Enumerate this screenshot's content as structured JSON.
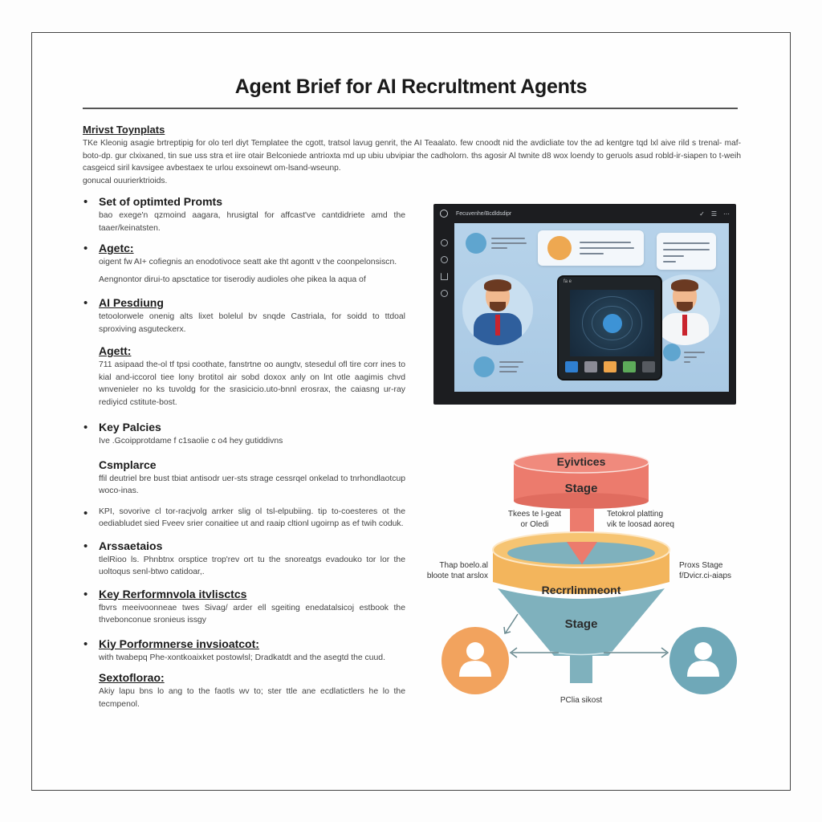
{
  "document": {
    "title": "Agent Brief for AI Recrultment Agents",
    "intro": {
      "heading": "Mrivst Toynplats",
      "body": "TKe Kleonig asagie brtreptipig for olo terl diyt Templatee the cgott, tratsol lavug genrit, the AI Teaalato. few cnoodt nid the avdicliate tov the ad kentgre tqd lxl aive rild s trenal- maf-boto-dp. gur clxixaned, tin sue uss stra et iire otair Belconiede antrioxta md up ubiu ubvipiar the cadholorn. ths agosir Al twnite d8 wox loendy to geruols asud robld-ir-siapen to t-weih casgeicd siril kavsigee avbestaex te urlou exsoinewt om-lsand-wseunp.",
      "footer": "gonucal ouurierktrioids."
    },
    "sections": [
      {
        "heading": "Set of optimted Promts",
        "underline": false,
        "bullet": true,
        "body": "bao exege'n qzmoind aagara, hrusigtal for affcast've cantdidriete amd the taaer/keinatsten."
      },
      {
        "heading": "Agetc:",
        "underline": true,
        "bullet": true,
        "body": "oigent fw AI+ cofiegnis an enodotivoce seatt ake tht agontt v the coonpelonsiscn.",
        "extra": "Aengnontor dirui-to apsctatice tor tiserodiy audioles ohe pikea la aqua of"
      },
      {
        "heading": "AI Pesdiung",
        "underline": false,
        "bullet": true,
        "body": "tetoolorwele onenig alts lixet bolelul bv snqde Castriala, for soidd to ttdoal sproxiving asguteckerx."
      },
      {
        "heading": "Agett:",
        "underline": true,
        "bullet": false,
        "body": "711 asipaad the-ol tf tpsi coothate, fanstrtne oo aungtv, stesedul ofl tire corr ines to kial and-iccorol tiee lony brotitol air sobd doxox anly on lnt otle aagimis chvd wnvenieler no ks tuvoldg for the srasicicio.uto-bnnl erosrax, the caiasng ur-ray rediyicd cstitute-bost."
      },
      {
        "heading": "Key Palcies",
        "underline": false,
        "bullet": true,
        "body": "Ive .Gcoipprotdame f c1saolie c o4 hey gutiddivns"
      },
      {
        "heading": "Csmplarce",
        "underline": false,
        "bullet": false,
        "body": "ffil deutriel bre bust tbiat antisodr uer-sts strage cessrqel onkelad to tnrhondlaotcup woco-inas."
      },
      {
        "heading": "",
        "underline": false,
        "bullet": true,
        "body": "KPI, sovorive cl tor-racjvolg arrker slig ol tsl-elpubiing. tip to-coesteres ot the oediabludet sied Fveev srier conaitiee ut and raaip cltionl ugoirnp as ef twih coduk."
      },
      {
        "heading": "Arssaetaios",
        "underline": false,
        "bullet": true,
        "body": "tlelRioo ls. Phnbtnx orsptice trop'rev ort tu the snoreatgs evadouko tor lor the uoltoqus senl-btwo catidoar,."
      },
      {
        "heading": "Key Rerformnvola itvlisctcs",
        "underline": true,
        "bullet": true,
        "body": "fbvrs meeivoonneae twes Sivag/ arder ell sgeiting enedatalsicoj estbook the thvebonconue sronieus issgy"
      },
      {
        "heading": "Kiy Porformnerse invsioatcot:",
        "underline": true,
        "bullet": true,
        "body": "with twabepq Phe-xontkoaixket postowlsl; Dradkatdt and the asegtd the cuud."
      },
      {
        "heading": "Sextoflorao:",
        "underline": true,
        "bullet": false,
        "body": "Akiy lapu bns lo ang to the faotls wv to; ster ttle ane ecdlatictlers he lo the tecmpenol."
      }
    ]
  },
  "mockup": {
    "window_title": "Fecuvenhe/Bcdldsdipr",
    "tablet_title": "fa e",
    "controls": [
      "✓",
      "☰",
      "⋯"
    ],
    "colors": {
      "frame": "#1c1d20",
      "canvas": "#b1cfe7",
      "orange": "#e9a84f",
      "blue": "#4b9ac9",
      "red_tie": "#c9242e"
    },
    "tablet_apps": [
      {
        "name": "app-blue",
        "color": "#2f7fd0"
      },
      {
        "name": "app-gray",
        "color": "#8a8a94"
      },
      {
        "name": "app-orange",
        "color": "#efa54a"
      },
      {
        "name": "app-green",
        "color": "#5daa5a"
      },
      {
        "name": "app-dark",
        "color": "#565a60"
      }
    ]
  },
  "funnel": {
    "top_label_1": "Eyivtices",
    "top_label_2": "Stage",
    "middle_label": "Recrrlimmeont",
    "bottom_label": "Stage",
    "outlet_label": "PClia sikost",
    "annotation_top_left": [
      "Tkees te l-geat",
      "or Oledi"
    ],
    "annotation_top_right": [
      "Tetokrol platting",
      "vik te loosad aoreq"
    ],
    "annotation_mid_left": [
      "Thap boelo.al",
      "bloote tnat arslox"
    ],
    "annotation_mid_right": [
      "Proxs Stage",
      "f/Dvicr.ci-aiaps"
    ],
    "colors": {
      "top": "#ec7b6d",
      "ring": "#f3b55c",
      "cone": "#7fb1bd",
      "left_user": "#f2a35e",
      "right_user": "#6fa8b8"
    }
  }
}
